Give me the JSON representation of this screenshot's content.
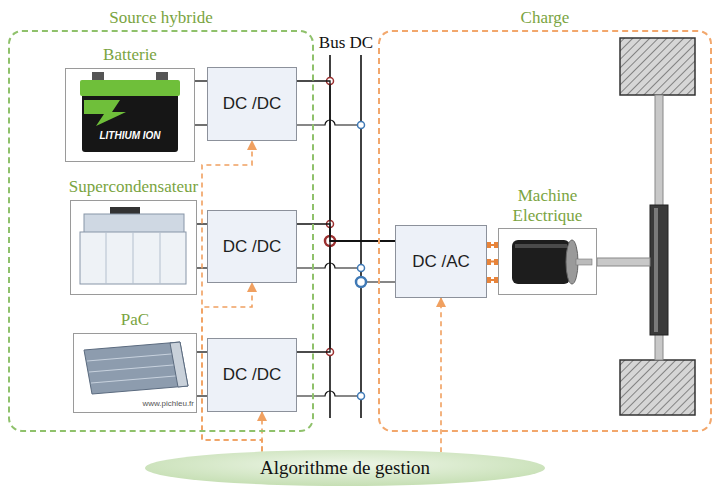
{
  "diagram": {
    "nodes": [
      {
        "text": [
          "Source hybride"
        ]
      },
      {
        "text": [
          "Charge"
        ]
      },
      {
        "text": [
          "Batterie"
        ],
        "in": 0
      },
      {
        "text": [
          "DC /DC"
        ],
        "in": 0
      },
      {
        "text": [
          "Supercondensateur"
        ],
        "in": 0
      },
      {
        "text": [
          "DC /DC"
        ],
        "in": 0
      },
      {
        "text": [
          "PaC"
        ],
        "in": 0
      },
      {
        "text": [
          "DC /DC"
        ],
        "in": 0
      },
      {
        "text": [
          "DC /AC"
        ],
        "in": 1
      },
      {
        "text": [
          "Machine Electrique"
        ],
        "in": 1
      },
      {
        "text": [
          "Algorithme de gestion"
        ]
      }
    ],
    "edges": [
      {
        "from": 2,
        "to": 3,
        "arrow": "none"
      },
      {
        "from": 4,
        "to": 5,
        "arrow": "none"
      },
      {
        "from": 6,
        "to": 7,
        "arrow": "none"
      },
      {
        "from": 3,
        "to": 8,
        "arrow": "none"
      },
      {
        "from": 5,
        "to": 8,
        "arrow": "none"
      },
      {
        "from": 7,
        "to": 8,
        "arrow": "none"
      },
      {
        "from": 8,
        "to": 9,
        "arrow": "none"
      },
      {
        "from": 10,
        "to": 3,
        "arrow": "to"
      },
      {
        "from": 10,
        "to": 5,
        "arrow": "to"
      },
      {
        "from": 10,
        "to": 7,
        "arrow": "to"
      },
      {
        "from": 10,
        "to": 8,
        "arrow": "to"
      }
    ],
    "labels": [
      "Bus DC",
      "LITHIUM ION",
      "www.pichleu.fr"
    ]
  }
}
